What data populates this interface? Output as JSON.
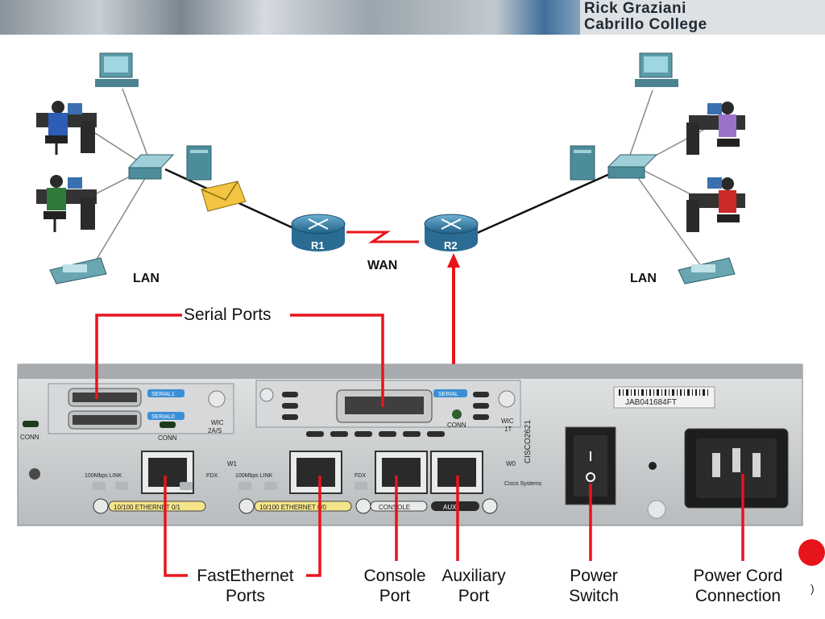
{
  "header": {
    "author": "Rick Graziani",
    "institution": "Cabrillo College"
  },
  "network": {
    "left_lan_label": "LAN",
    "right_lan_label": "LAN",
    "wan_label": "WAN",
    "router1_label": "R1",
    "router2_label": "R2"
  },
  "router_panel": {
    "top_callout": "Serial Ports",
    "labels": {
      "serial1": "SERIAL1",
      "serial0": "SERIAL0",
      "serial": "SERIAL",
      "conn": "CONN",
      "wic1": "WIC",
      "wic1_sub": "2A/S",
      "wic2": "WIC",
      "wic2_sub": "1T",
      "w1": "W1",
      "w0": "W0",
      "link_a": "100Mbps LINK",
      "link_b": "100Mbps LINK",
      "fdx": "FDX",
      "eth01": "10/100 ETHERNET 0/1",
      "eth00": "10/100 ETHERNET 0/0",
      "console": "CONSOLE",
      "aux": "AUX",
      "model": "CISCO2621",
      "serial_number": "JAB041684FT",
      "brand": "Cisco Systems"
    },
    "callouts": {
      "fastethernet": [
        "FastEthernet",
        "Ports"
      ],
      "console": [
        "Console",
        "Port"
      ],
      "auxiliary": [
        "Auxiliary",
        "Port"
      ],
      "power_switch": [
        "Power",
        "Switch"
      ],
      "power_cord": [
        "Power Cord",
        "Connection"
      ]
    }
  },
  "footer_mark": ")",
  "colors": {
    "callout_line": "#e8141b",
    "router_fill": "#3a7fa6",
    "panel": "#c9ccce"
  }
}
